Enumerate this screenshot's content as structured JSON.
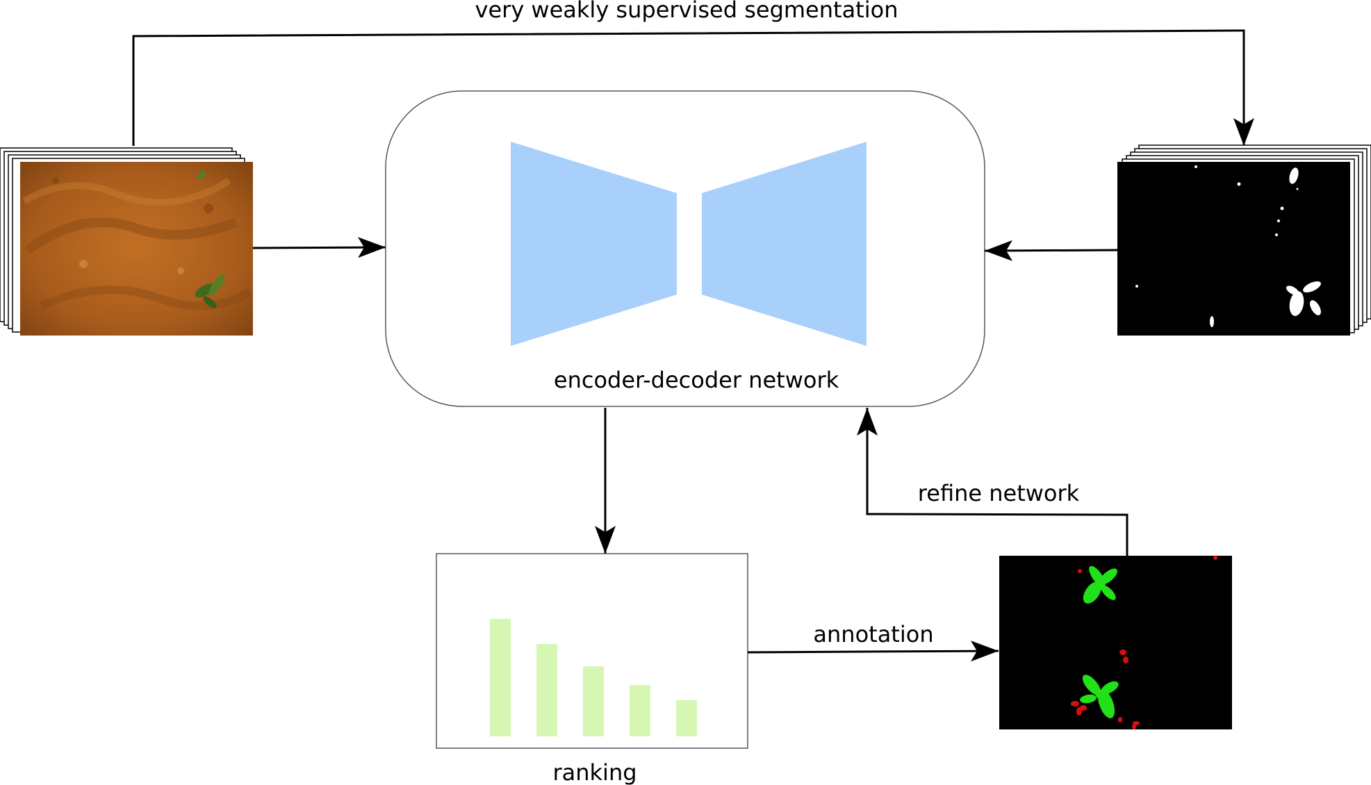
{
  "labels": {
    "top_arrow": "very weakly supervised segmentation",
    "network": "encoder-decoder network",
    "refine": "refine network",
    "annotation": "annotation",
    "ranking": "ranking"
  },
  "colors": {
    "network_shape": "#a8d0fb",
    "ranking_bars": "#d6f7b4",
    "soil": "#b5651d",
    "mask_background": "#000000",
    "mask_foreground": "#ffffff",
    "crop": "#22e01a",
    "weed": "#d80f0f"
  },
  "ranking_bar_levels": [
    0.94,
    0.74,
    0.56,
    0.41,
    0.29
  ]
}
